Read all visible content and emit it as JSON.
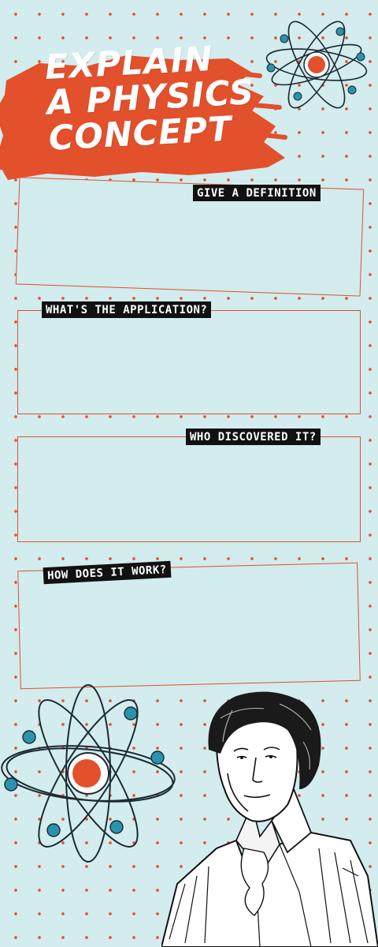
{
  "title": {
    "line1": "EXPLAIN",
    "line2": "A PHYSICS",
    "line3": "CONCEPT"
  },
  "sections": [
    {
      "label": "GIVE A DEFINITION"
    },
    {
      "label": "WHAT'S THE APPLICATION?"
    },
    {
      "label": "WHO DISCOVERED IT?"
    },
    {
      "label": "HOW DOES IT WORK?"
    }
  ],
  "colors": {
    "background": "#d3ecee",
    "accent": "#e2502c",
    "label_bg": "#111111",
    "electron": "#2a93ad",
    "ink": "#1b2a33"
  },
  "icons": [
    "atom-icon",
    "atom-icon",
    "scientist-portrait"
  ]
}
